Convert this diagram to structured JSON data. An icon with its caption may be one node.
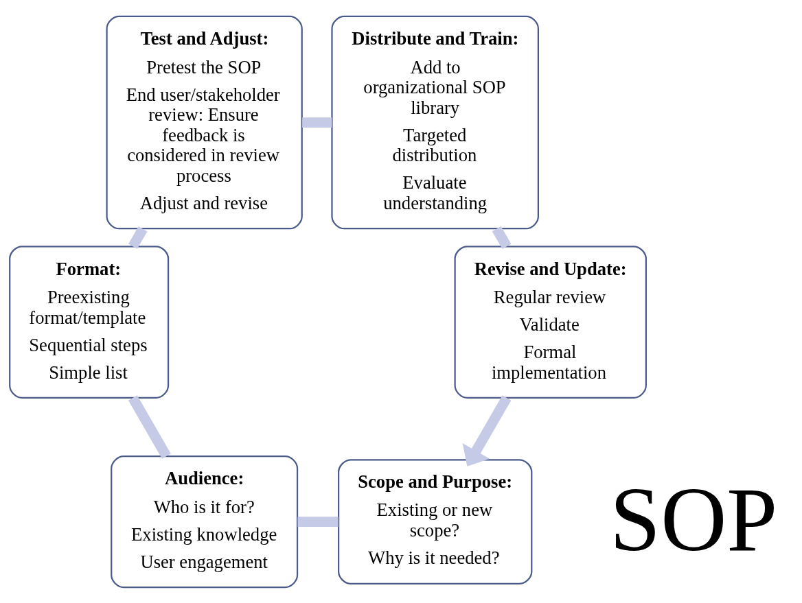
{
  "diagram": {
    "nodes": [
      {
        "text": [
          "Scope and Purpose:",
          "Existing or new scope?",
          "Why is it needed?"
        ]
      },
      {
        "text": [
          "Audience:",
          "Who is it for?",
          "Existing knowledge",
          "User engagement"
        ]
      },
      {
        "text": [
          "Format:",
          "Preexisting format/template",
          "Sequential steps",
          "Simple list"
        ]
      },
      {
        "text": [
          "Test and Adjust:",
          "Pretest the SOP",
          "End user/stakeholder review: Ensure feedback is considered in review process",
          "Adjust and revise"
        ]
      },
      {
        "text": [
          "Distribute and Train:",
          "Add to organizational SOP library",
          "Targeted distribution",
          "Evaluate understanding"
        ]
      },
      {
        "text": [
          "Revise and Update:",
          "Regular review",
          "Validate",
          "Formal implementation"
        ]
      }
    ],
    "edges": [
      {
        "from": 0,
        "to": 1,
        "arrow": "none"
      },
      {
        "from": 1,
        "to": 2,
        "arrow": "none"
      },
      {
        "from": 2,
        "to": 3,
        "arrow": "none"
      },
      {
        "from": 3,
        "to": 4,
        "arrow": "none"
      },
      {
        "from": 4,
        "to": 5,
        "arrow": "none"
      },
      {
        "from": 5,
        "to": 0,
        "arrow": "to"
      }
    ],
    "labels": [
      "SOP"
    ]
  }
}
